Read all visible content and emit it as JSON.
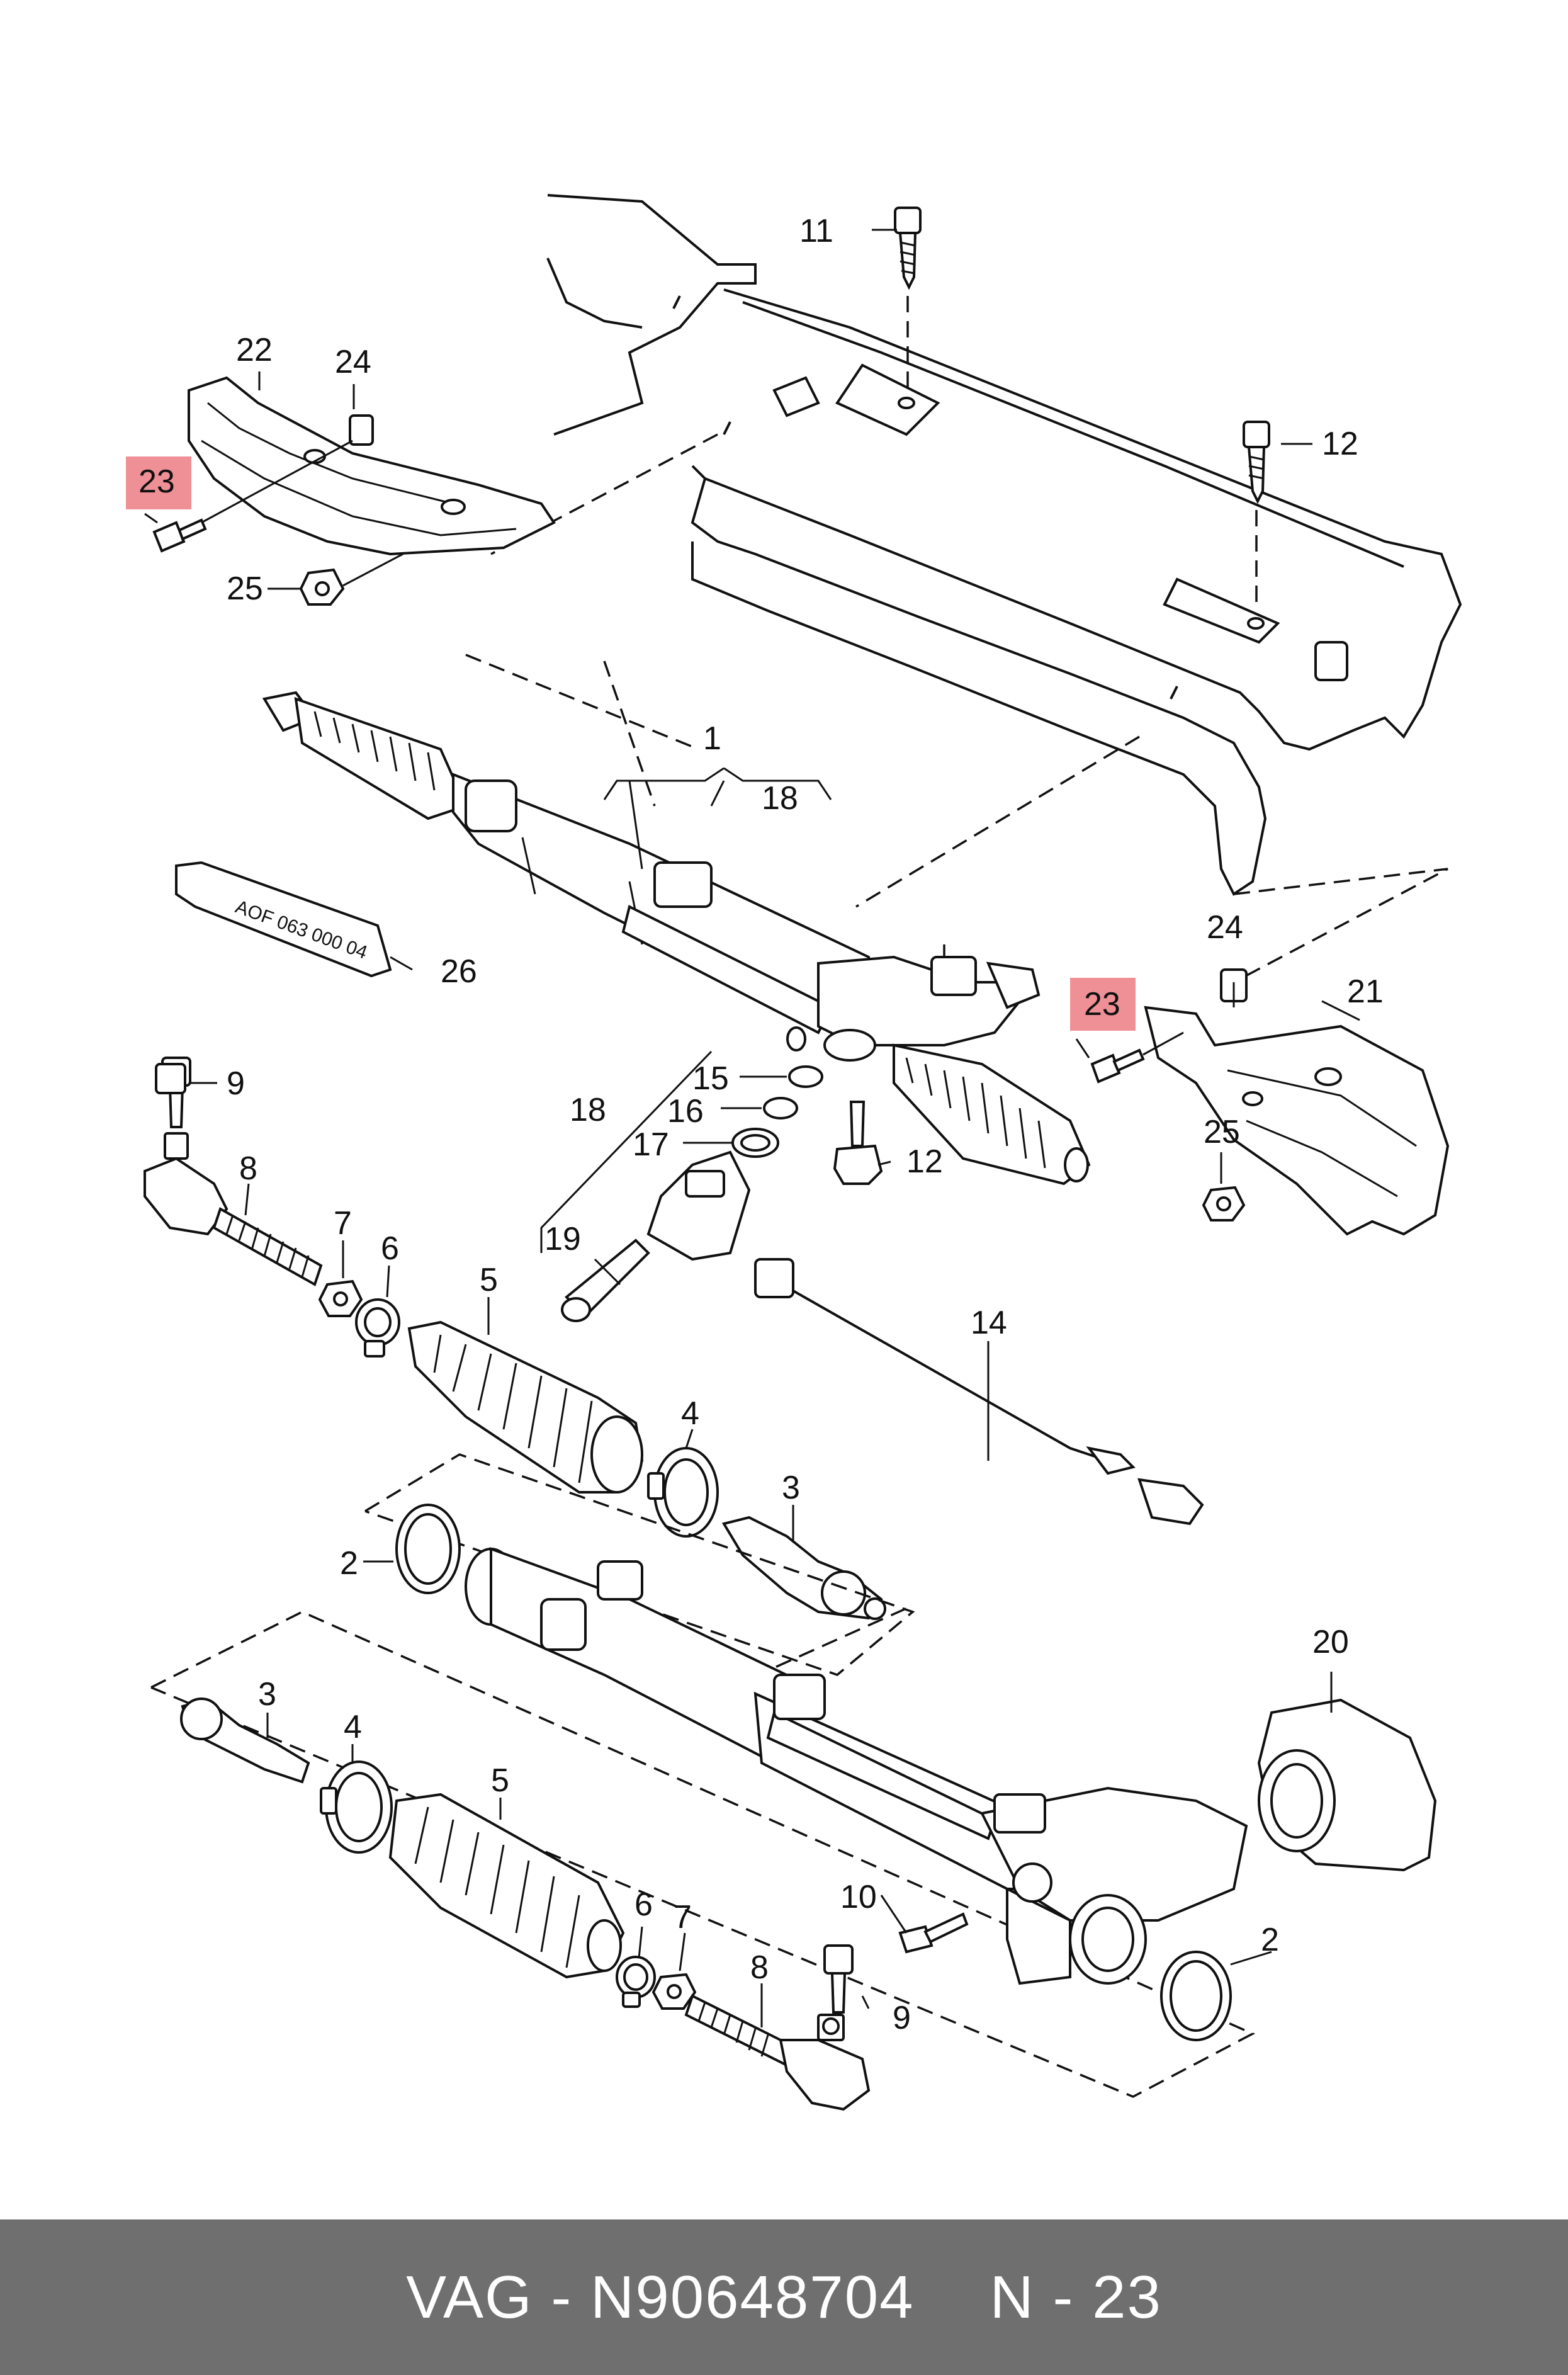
{
  "callouts": {
    "c1": "1",
    "c2a": "2",
    "c2b": "2",
    "c3a": "3",
    "c3b": "3",
    "c4a": "4",
    "c4b": "4",
    "c5a": "5",
    "c5b": "5",
    "c6a": "6",
    "c6b": "6",
    "c7a": "7",
    "c7b": "7",
    "c8a": "8",
    "c8b": "8",
    "c9a": "9",
    "c9b": "9",
    "c10": "10",
    "c11": "11",
    "c12a": "12",
    "c12b": "12",
    "c14": "14",
    "c15": "15",
    "c16": "16",
    "c17": "17",
    "c18a": "18",
    "c18b": "18",
    "c19": "19",
    "c20": "20",
    "c21": "21",
    "c22": "22",
    "c23a": "23",
    "c23b": "23",
    "c24a": "24",
    "c24b": "24",
    "c25a": "25",
    "c25b": "25",
    "c26": "26"
  },
  "tube_marking": "AOF 063 000 04",
  "highlight_color": "#ef8f96",
  "footer": {
    "brand_part": "VAG - N90648704",
    "callout_ref": "N - 23"
  }
}
